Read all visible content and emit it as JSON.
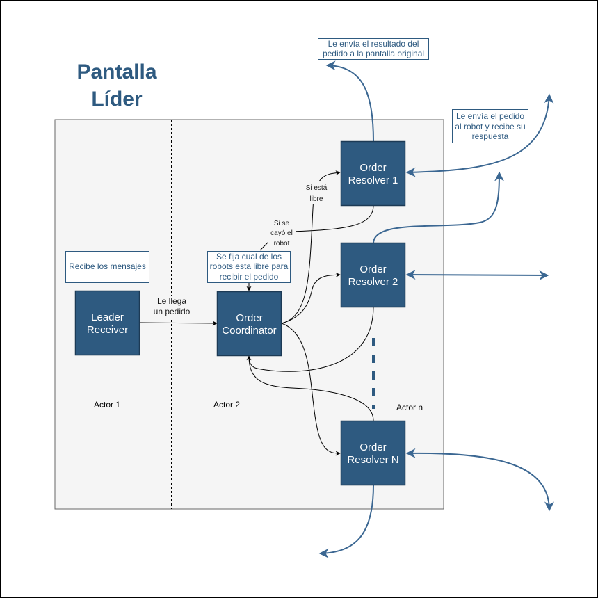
{
  "title": {
    "line1": "Pantalla",
    "line2": "Líder"
  },
  "colors": {
    "node_fill": "#2e5a80",
    "node_stroke": "#1c3a55",
    "accent": "#3b6792",
    "region_fill": "#f5f5f5",
    "region_stroke": "#666666",
    "text_dark": "#1a1a1a"
  },
  "nodes": {
    "leader_receiver": {
      "line1": "Leader",
      "line2": "Receiver"
    },
    "order_coordinator": {
      "line1": "Order",
      "line2": "Coordinator"
    },
    "order_resolver_1": {
      "line1": "Order",
      "line2": "Resolver 1"
    },
    "order_resolver_2": {
      "line1": "Order",
      "line2": "Resolver 2"
    },
    "order_resolver_n": {
      "line1": "Order",
      "line2": "Resolver N"
    }
  },
  "notes": {
    "result_note": {
      "line1": "Le envía el resultado del",
      "line2": "pedido a la pantalla original"
    },
    "robot_note": {
      "line1": "Le envía el pedido",
      "line2": "al robot y recibe su",
      "line3": "respuesta"
    },
    "receive_note": {
      "line1": "Recibe los mensajes"
    },
    "coordinator_note": {
      "line1": "Se fija cual de los",
      "line2": "robots esta libre para",
      "line3": "recibir el pedido"
    }
  },
  "edge_labels": {
    "le_llega": {
      "line1": "Le llega",
      "line2": "un pedido"
    },
    "si_esta_libre": {
      "line1": "Si está",
      "line2": "libre"
    },
    "si_se_cayo": {
      "line1": "Si se",
      "line2": "cayó el",
      "line3": "robot"
    }
  },
  "actors": {
    "actor1": "Actor 1",
    "actor2": "Actor 2",
    "actorn": "Actor n"
  }
}
